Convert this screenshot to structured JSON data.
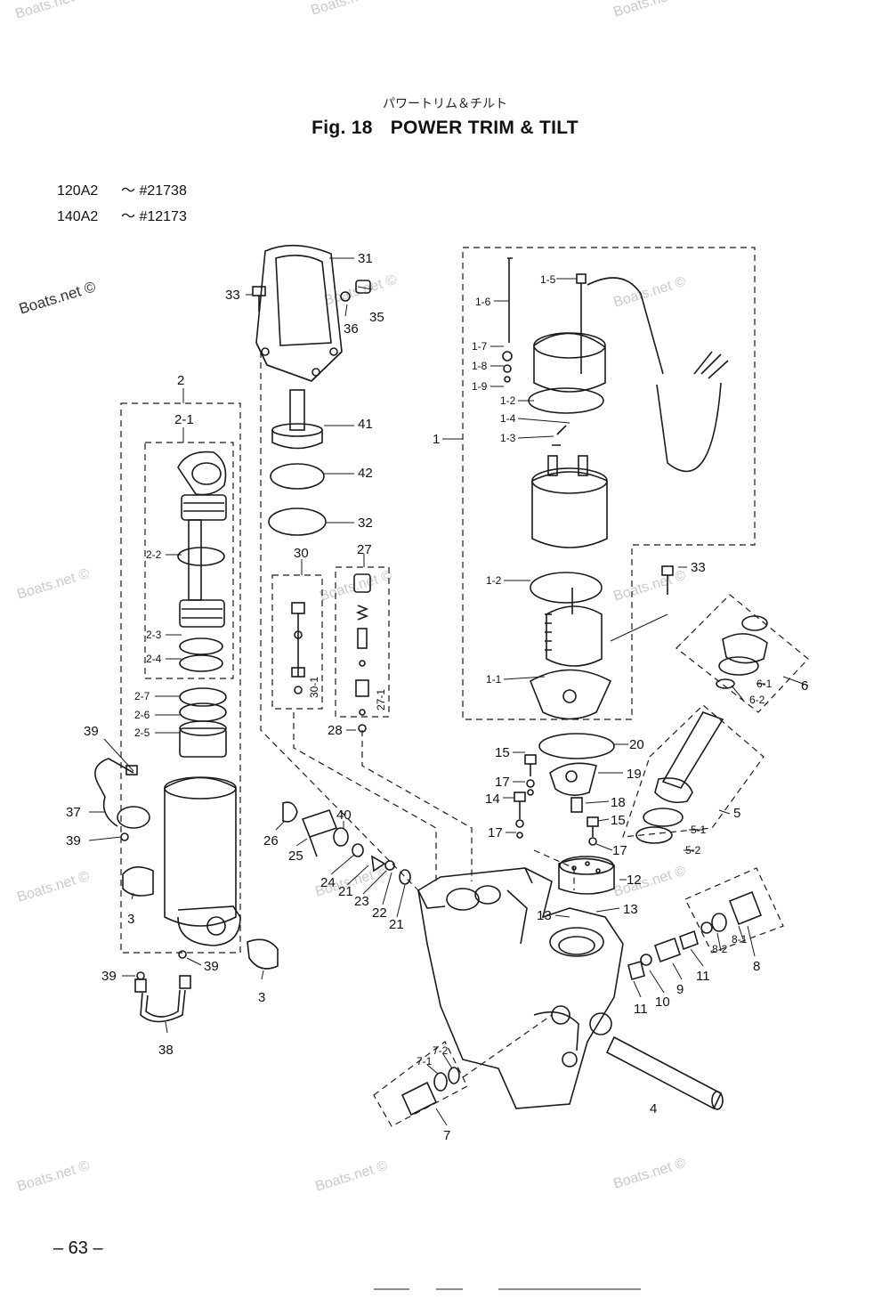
{
  "header": {
    "title_jp": "パワートリム＆チルト",
    "fig_no": "Fig. 18",
    "title": "POWER TRIM & TILT"
  },
  "models": [
    {
      "model": "120A2",
      "serial": "～ #21738"
    },
    {
      "model": "140A2",
      "serial": "～ #12173"
    }
  ],
  "watermarks": [
    "Boats.net ©"
  ],
  "page_number": "– 63 –",
  "part_labels": [
    {
      "id": "31",
      "text": "31"
    },
    {
      "id": "33a",
      "text": "33"
    },
    {
      "id": "35",
      "text": "35"
    },
    {
      "id": "36",
      "text": "36"
    },
    {
      "id": "2",
      "text": "2"
    },
    {
      "id": "2-1",
      "text": "2-1"
    },
    {
      "id": "2-2",
      "text": "2-2"
    },
    {
      "id": "2-3",
      "text": "2-3"
    },
    {
      "id": "2-4",
      "text": "2-4"
    },
    {
      "id": "2-7",
      "text": "2-7"
    },
    {
      "id": "2-6",
      "text": "2-6"
    },
    {
      "id": "2-5",
      "text": "2-5"
    },
    {
      "id": "41",
      "text": "41"
    },
    {
      "id": "42",
      "text": "42"
    },
    {
      "id": "32",
      "text": "32"
    },
    {
      "id": "30",
      "text": "30"
    },
    {
      "id": "30-1",
      "text": "30-1"
    },
    {
      "id": "27",
      "text": "27"
    },
    {
      "id": "27-1",
      "text": "27-1"
    },
    {
      "id": "28",
      "text": "28"
    },
    {
      "id": "1-5",
      "text": "1-5"
    },
    {
      "id": "1-6",
      "text": "1-6"
    },
    {
      "id": "1-7",
      "text": "1-7"
    },
    {
      "id": "1-8",
      "text": "1-8"
    },
    {
      "id": "1-9",
      "text": "1-9"
    },
    {
      "id": "1-2a",
      "text": "1-2"
    },
    {
      "id": "1-4",
      "text": "1-4"
    },
    {
      "id": "1-3",
      "text": "1-3"
    },
    {
      "id": "1",
      "text": "1"
    },
    {
      "id": "1-2b",
      "text": "1-2"
    },
    {
      "id": "1-1",
      "text": "1-1"
    },
    {
      "id": "33b",
      "text": "33"
    },
    {
      "id": "6",
      "text": "6"
    },
    {
      "id": "6-1",
      "text": "6-1"
    },
    {
      "id": "6-2",
      "text": "6-2"
    },
    {
      "id": "20",
      "text": "20"
    },
    {
      "id": "19",
      "text": "19"
    },
    {
      "id": "15a",
      "text": "15"
    },
    {
      "id": "17a",
      "text": "17"
    },
    {
      "id": "14",
      "text": "14"
    },
    {
      "id": "17b",
      "text": "17"
    },
    {
      "id": "18",
      "text": "18"
    },
    {
      "id": "15b",
      "text": "15"
    },
    {
      "id": "17c",
      "text": "17"
    },
    {
      "id": "5",
      "text": "5"
    },
    {
      "id": "5-1",
      "text": "5-1"
    },
    {
      "id": "5-2",
      "text": "5-2"
    },
    {
      "id": "12",
      "text": "12"
    },
    {
      "id": "13a",
      "text": "13"
    },
    {
      "id": "13b",
      "text": "13"
    },
    {
      "id": "39a",
      "text": "39"
    },
    {
      "id": "37",
      "text": "37"
    },
    {
      "id": "39b",
      "text": "39"
    },
    {
      "id": "3a",
      "text": "3"
    },
    {
      "id": "3b",
      "text": "3"
    },
    {
      "id": "39c",
      "text": "39"
    },
    {
      "id": "39d",
      "text": "39"
    },
    {
      "id": "38",
      "text": "38"
    },
    {
      "id": "26",
      "text": "26"
    },
    {
      "id": "25",
      "text": "25"
    },
    {
      "id": "40",
      "text": "40"
    },
    {
      "id": "24",
      "text": "24"
    },
    {
      "id": "21a",
      "text": "21"
    },
    {
      "id": "23",
      "text": "23"
    },
    {
      "id": "22",
      "text": "22"
    },
    {
      "id": "21b",
      "text": "21"
    },
    {
      "id": "8",
      "text": "8"
    },
    {
      "id": "8-1",
      "text": "8-1"
    },
    {
      "id": "8-2",
      "text": "8-2"
    },
    {
      "id": "11a",
      "text": "11"
    },
    {
      "id": "9",
      "text": "9"
    },
    {
      "id": "10",
      "text": "10"
    },
    {
      "id": "11b",
      "text": "11"
    },
    {
      "id": "7",
      "text": "7"
    },
    {
      "id": "7-1",
      "text": "7-1"
    },
    {
      "id": "7-2",
      "text": "7-2"
    },
    {
      "id": "4",
      "text": "4"
    }
  ]
}
